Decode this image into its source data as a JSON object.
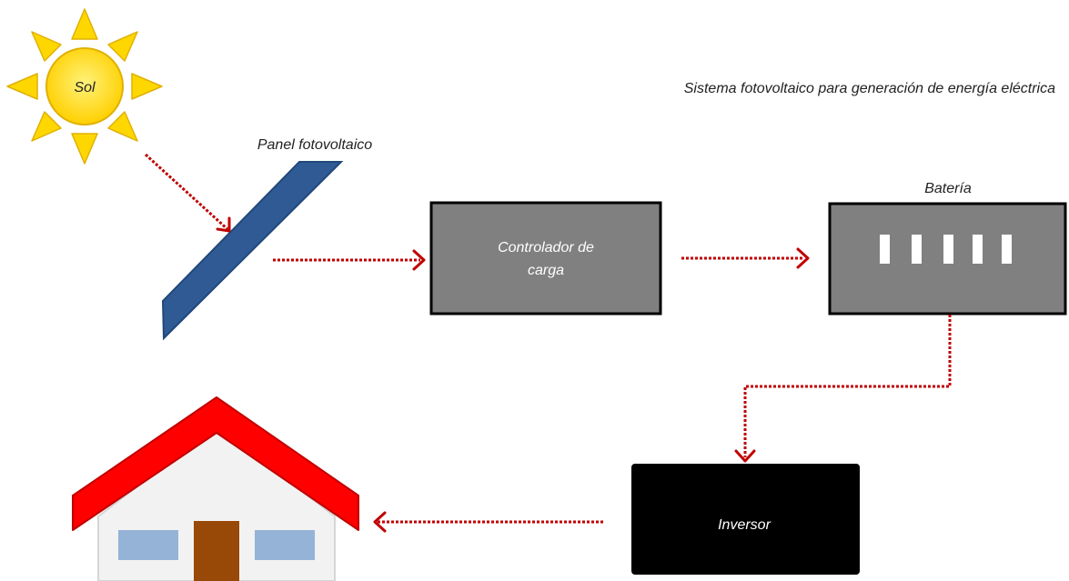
{
  "title": "Sistema fotovoltaico para generación de energía eléctrica",
  "nodes": {
    "sun": {
      "label": "Sol"
    },
    "panel": {
      "label": "Panel fotovoltaico"
    },
    "controller": {
      "label_line1": "Controlador de",
      "label_line2": "carga"
    },
    "battery": {
      "label": "Batería"
    },
    "inverter": {
      "label": "Inversor"
    },
    "house": {
      "label": ""
    }
  },
  "colors": {
    "sun_fill": "#FFD700",
    "sun_ray": "#FFD700",
    "panel": "#2F5A94",
    "controller": "#808080",
    "battery": "#808080",
    "inverter": "#000000",
    "arrow": "#C00000",
    "roof": "#FF0000",
    "house_wall": "#F2F2F2",
    "window": "#95B3D7",
    "door": "#984807"
  }
}
